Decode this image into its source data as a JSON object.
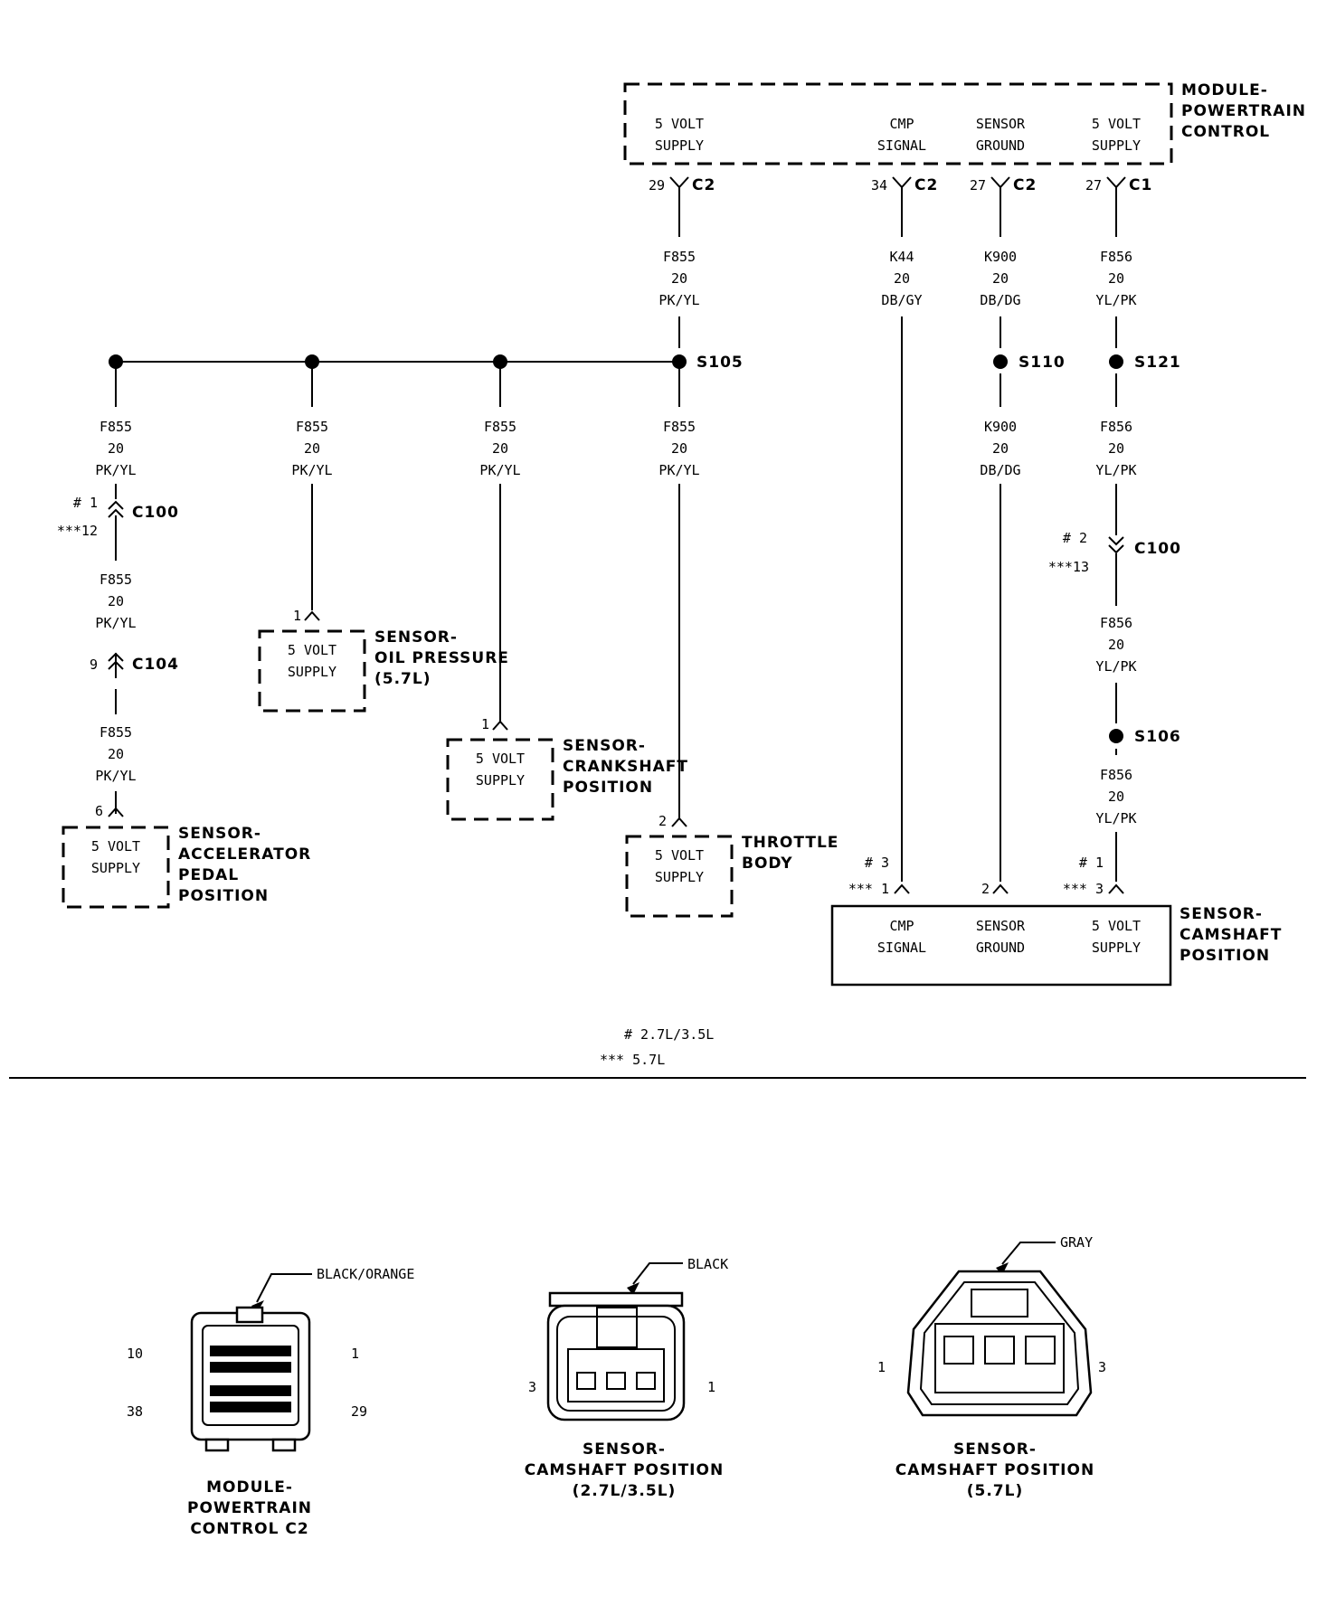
{
  "module": {
    "title_lines": [
      "MODULE-",
      "POWERTRAIN",
      "CONTROL"
    ],
    "pins": [
      [
        "5 VOLT",
        "SUPPLY"
      ],
      [
        "CMP",
        "SIGNAL"
      ],
      [
        "SENSOR",
        "GROUND"
      ],
      [
        "5 VOLT",
        "SUPPLY"
      ]
    ]
  },
  "connectors": {
    "m1": {
      "pin": "29",
      "name": "C2"
    },
    "m2": {
      "pin": "34",
      "name": "C2"
    },
    "m3": {
      "pin": "27",
      "name": "C2"
    },
    "m4": {
      "pin": "27",
      "name": "C1"
    }
  },
  "wires": {
    "f855": [
      "F855",
      "20",
      "PK/YL"
    ],
    "k44": [
      "K44",
      "20",
      "DB/GY"
    ],
    "k900": [
      "K900",
      "20",
      "DB/DG"
    ],
    "f856": [
      "F856",
      "20",
      "YL/PK"
    ]
  },
  "splices": [
    "S105",
    "S110",
    "S121",
    "S106"
  ],
  "c100_left": {
    "hash": "# 1",
    "star": "***12",
    "name": "C100"
  },
  "c104": {
    "pin": "9",
    "name": "C104"
  },
  "c100_right": {
    "hash": "# 2",
    "star": "***13",
    "name": "C100"
  },
  "sensors": {
    "oil": {
      "pin": "1",
      "label": [
        "5 VOLT",
        "SUPPLY"
      ],
      "title": [
        "SENSOR-",
        "OIL PRESSURE",
        "(5.7L)"
      ]
    },
    "crank": {
      "pin": "1",
      "label": [
        "5 VOLT",
        "SUPPLY"
      ],
      "title": [
        "SENSOR-",
        "CRANKSHAFT",
        "POSITION"
      ]
    },
    "app": {
      "pin": "6",
      "label": [
        "5 VOLT",
        "SUPPLY"
      ],
      "title": [
        "SENSOR-",
        "ACCELERATOR",
        "PEDAL",
        "POSITION"
      ]
    },
    "throttle": {
      "pin": "2",
      "label": [
        "5 VOLT",
        "SUPPLY"
      ],
      "title": [
        "THROTTLE",
        "BODY"
      ]
    },
    "cam": {
      "title": [
        "SENSOR-",
        "CAMSHAFT",
        "POSITION"
      ],
      "pins": [
        [
          "CMP",
          "SIGNAL"
        ],
        [
          "SENSOR",
          "GROUND"
        ],
        [
          "5 VOLT",
          "SUPPLY"
        ]
      ],
      "pin_labels": {
        "p1_hash": "# 3",
        "p1_star": "*** 1",
        "p2": "2",
        "p3_hash": "# 1",
        "p3_star": "*** 3"
      }
    }
  },
  "notes": [
    "# 2.7L/3.5L",
    "*** 5.7L"
  ],
  "views": {
    "pcm": {
      "color": "BLACK/ORANGE",
      "pins": [
        "10",
        "1",
        "38",
        "29"
      ],
      "title": [
        "MODULE-",
        "POWERTRAIN",
        "CONTROL C2"
      ]
    },
    "cam27": {
      "color": "BLACK",
      "pins": [
        "3",
        "1"
      ],
      "title": [
        "SENSOR-",
        "CAMSHAFT POSITION",
        "(2.7L/3.5L)"
      ]
    },
    "cam57": {
      "color": "GRAY",
      "pins": [
        "1",
        "3"
      ],
      "title": [
        "SENSOR-",
        "CAMSHAFT POSITION",
        "(5.7L)"
      ]
    }
  }
}
